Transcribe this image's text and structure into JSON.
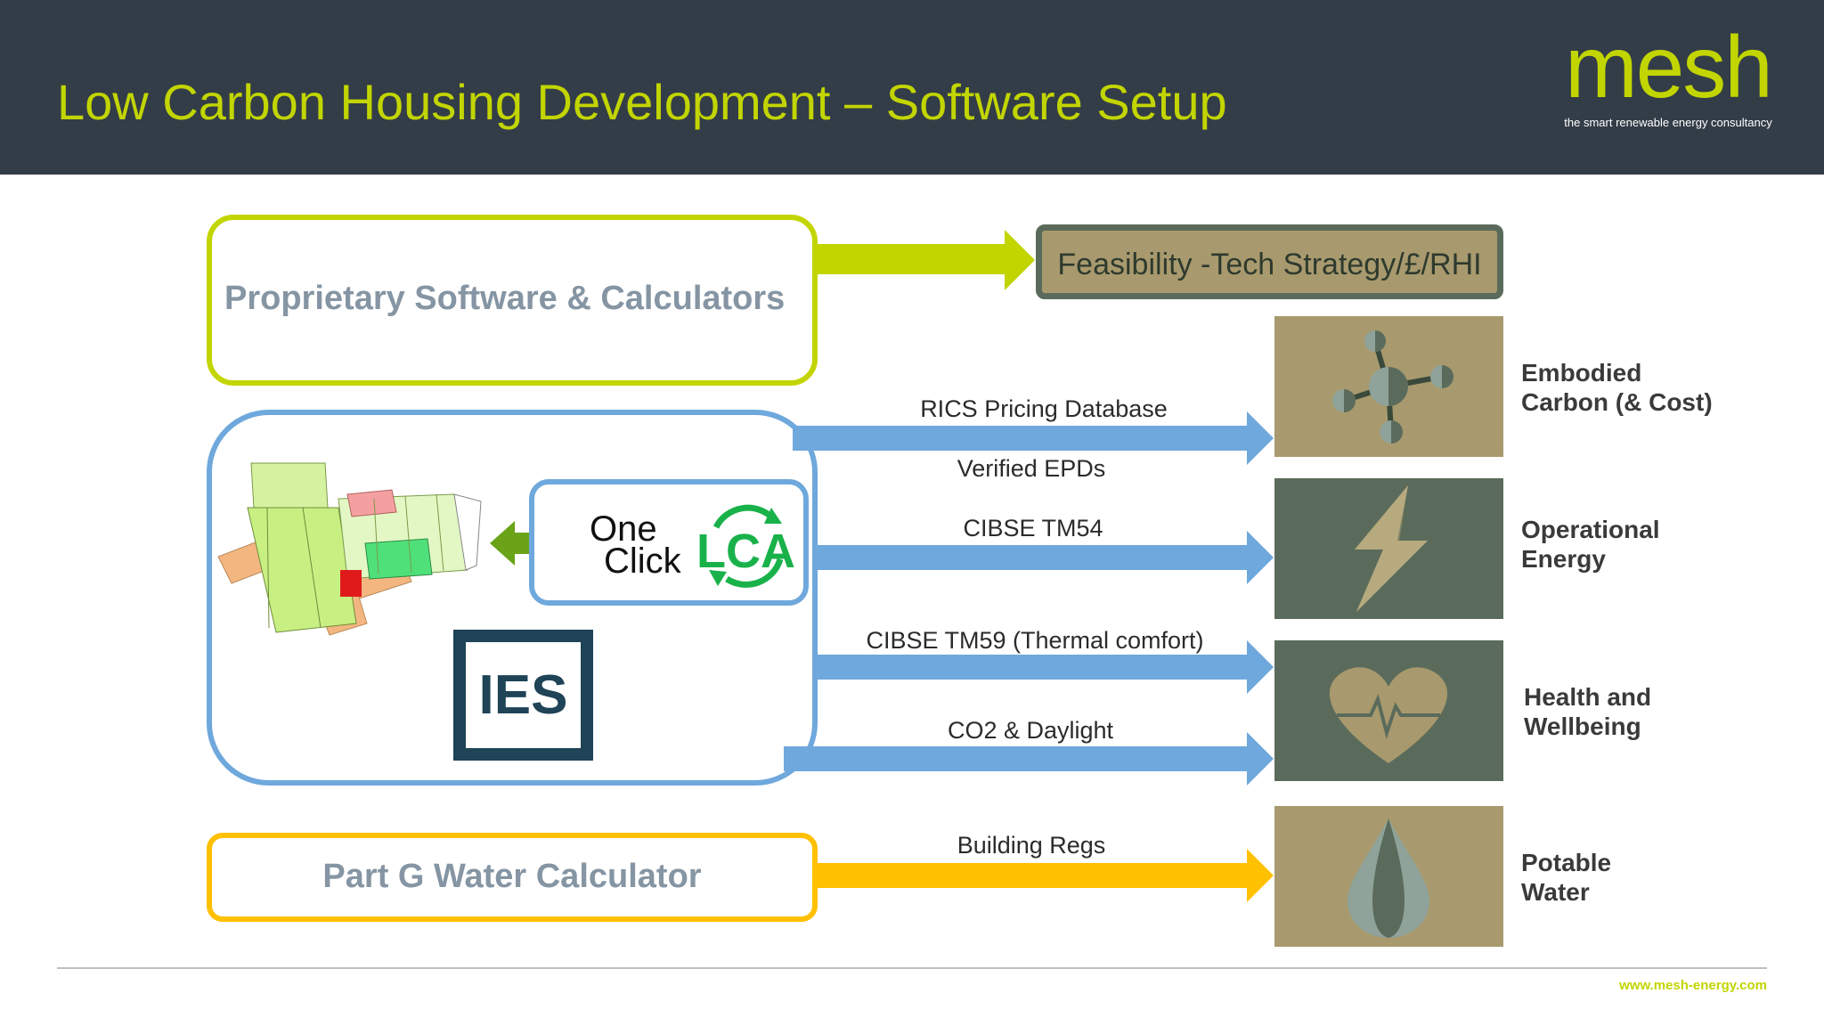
{
  "header": {
    "title": "Low Carbon Housing Development – Software Setup",
    "logo_text": "mesh",
    "logo_tagline": "the smart renewable energy consultancy"
  },
  "inputs": {
    "proprietary": "Proprietary Software & Calculators",
    "oneclick_line1": "One",
    "oneclick_line2": "Click",
    "lca": "LCA",
    "ies": "IES",
    "partg": "Part G Water Calculator"
  },
  "flows": {
    "rics": "RICS Pricing Database",
    "epds": "Verified EPDs",
    "tm54": "CIBSE TM54",
    "tm59": "CIBSE TM59 (Thermal comfort)",
    "co2": "CO2 & Daylight",
    "regs": "Building Regs"
  },
  "outputs": {
    "feasibility": "Feasibility -Tech Strategy/£/RHI",
    "embodied": "Embodied\nCarbon (& Cost)",
    "operational": "Operational\nEnergy",
    "health": "Health and\nWellbeing",
    "water": "Potable\nWater"
  },
  "icons": {
    "embodied": "molecule-icon",
    "operational": "lightning-bolt-icon",
    "health": "heart-pulse-icon",
    "water": "water-drop-icon"
  },
  "colors": {
    "header_bg": "#333d47",
    "accent_green": "#c2d500",
    "blue": "#6fa8dc",
    "yellow": "#ffc000",
    "tile_khaki": "#a89a6e",
    "tile_green": "#5b6b5b"
  },
  "footer": {
    "url": "www.mesh-energy.com"
  }
}
